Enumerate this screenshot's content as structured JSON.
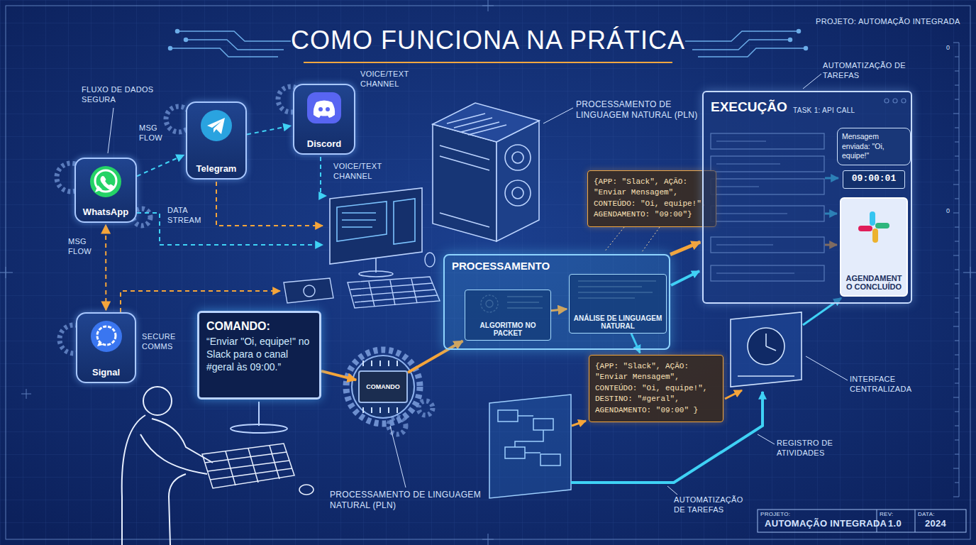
{
  "diagram": {
    "title": "COMO FUNCIONA NA PRÁTICA",
    "nodes": [
      {
        "text": [
          "WhatsApp"
        ]
      },
      {
        "text": [
          "Telegram"
        ]
      },
      {
        "text": [
          "Discord"
        ]
      },
      {
        "text": [
          "Signal"
        ]
      },
      {
        "text": [
          "COMANDO:",
          "“Enviar \"Oi, equipe!\" no Slack para o canal #geral às 09:00.”"
        ]
      },
      {
        "text": [
          "COMANDO"
        ]
      },
      {
        "text": [
          "{APP: \"Slack\", AÇÃO: \"Enviar Mensagem\", CONTEÚDO: \"Oi, equipe!\", AGENDAMENTO: \"09:00\"}"
        ]
      },
      {
        "text": [
          "PROCESSAMENTO"
        ]
      },
      {
        "text": [
          "ALGORITMO NO PACKET"
        ],
        "in": 7
      },
      {
        "text": [
          "ANÁLISE DE LINGUAGEM NATURAL"
        ],
        "in": 7
      },
      {
        "text": [
          "{APP: \"Slack\", AÇÃO: \"Enviar Mensagem\", CONTEÚDO: \"Oi, equipe!\", DESTINO: \"#geral\", AGENDAMENTO: \"09:00\" }"
        ]
      },
      {
        "text": [
          "EXECUÇÃO"
        ]
      },
      {
        "text": [
          "Mensagem enviada: \"Oi, equipe!\""
        ],
        "in": 11
      },
      {
        "text": [
          "09:00:01"
        ],
        "in": 11
      },
      {
        "text": [
          "AGENDAMENTO CONCLUÍDO"
        ],
        "in": 11
      }
    ],
    "edges": [
      {
        "from": 0,
        "to": 1,
        "arrow": "to"
      },
      {
        "from": 1,
        "to": 2,
        "arrow": "to"
      },
      {
        "from": 3,
        "to": 0,
        "arrow": "both"
      },
      {
        "from": 4,
        "to": 5,
        "arrow": "to"
      },
      {
        "from": 5,
        "to": 8,
        "arrow": "to"
      },
      {
        "from": 8,
        "to": 9,
        "arrow": "to"
      },
      {
        "from": 9,
        "to": 10,
        "arrow": "to"
      },
      {
        "from": 7,
        "to": 11,
        "arrow": "to"
      }
    ],
    "labels": [
      "PROJETO: AUTOMAÇÃO INTEGRADA",
      "FLUXO DE DADOS SEGURA",
      "MSG FLOW",
      "DATA STREAM",
      "VOICE/TEXT CHANNEL",
      "VOICE/TEXT CHANNEL",
      "MSG FLOW",
      "SECURE COMMS",
      "PROCESSAMENTO DE LINGUAGEM NATURAL (PLN)",
      "AUTOMATIZAÇÃO DE TAREFAS",
      "TASK 1: API CALL",
      "INTERFACE CENTRALIZADA",
      "REGISTRO DE ATIVIDADES",
      "AUTOMATIZAÇÃO DE TAREFAS",
      "PROCESSAMENTO DE LINGUAGEM NATURAL (PLN)",
      "PROJETO:",
      "AUTOMAÇÃO INTEGRADA",
      "REV:",
      "1.0",
      "DATA:",
      "2024",
      "0",
      "0"
    ]
  }
}
